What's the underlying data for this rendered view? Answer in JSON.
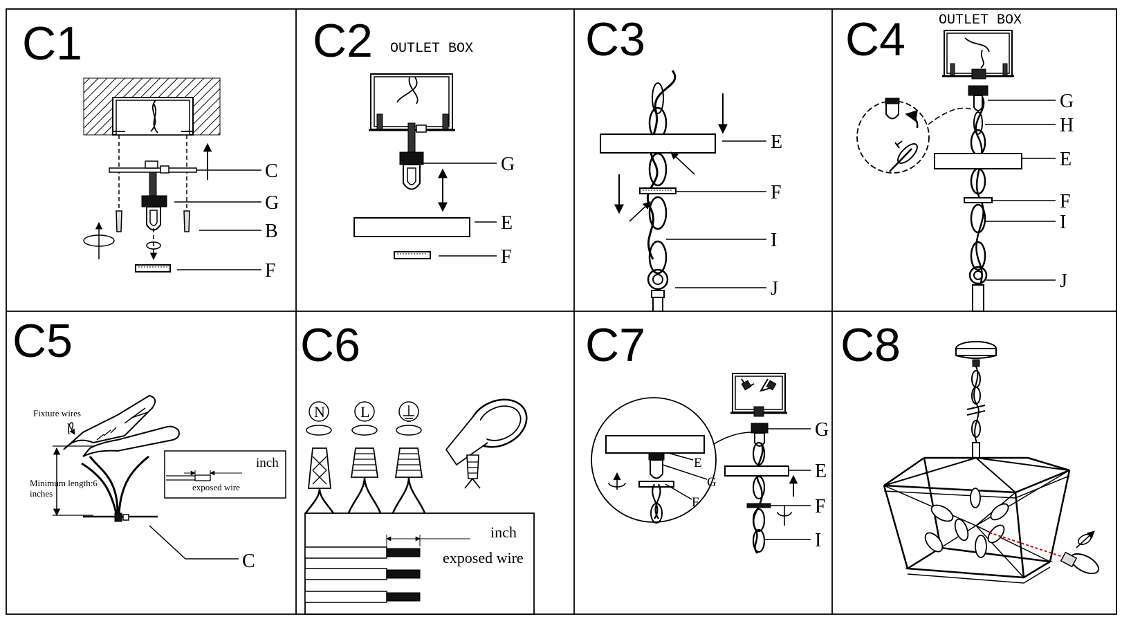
{
  "steps": [
    {
      "id": "c1",
      "label": "C1",
      "parts": [
        "C",
        "G",
        "B",
        "F"
      ]
    },
    {
      "id": "c2",
      "label": "C2",
      "title": "OUTLET BOX",
      "parts": [
        "G",
        "E",
        "F"
      ]
    },
    {
      "id": "c3",
      "label": "C3",
      "parts": [
        "E",
        "F",
        "I",
        "J"
      ]
    },
    {
      "id": "c4",
      "label": "C4",
      "title": "OUTLET BOX",
      "parts": [
        "G",
        "H",
        "E",
        "F",
        "I",
        "J"
      ]
    },
    {
      "id": "c5",
      "label": "C5",
      "parts": [
        "C"
      ],
      "fixture_wires": "Fixture wires",
      "min_length": "Minimum length:6",
      "min_length_unit": "inches",
      "unit": "inch",
      "exposed": "exposed wire"
    },
    {
      "id": "c6",
      "label": "C6",
      "symbols": [
        "N",
        "L"
      ],
      "unit": "inch",
      "exposed": "exposed wire"
    },
    {
      "id": "c7",
      "label": "C7",
      "detail_parts": [
        "E",
        "G",
        "F"
      ],
      "parts": [
        "G",
        "E",
        "F",
        "I"
      ]
    },
    {
      "id": "c8",
      "label": "C8"
    }
  ],
  "colors": {
    "line": "#000000",
    "laser": "#cc0000"
  }
}
